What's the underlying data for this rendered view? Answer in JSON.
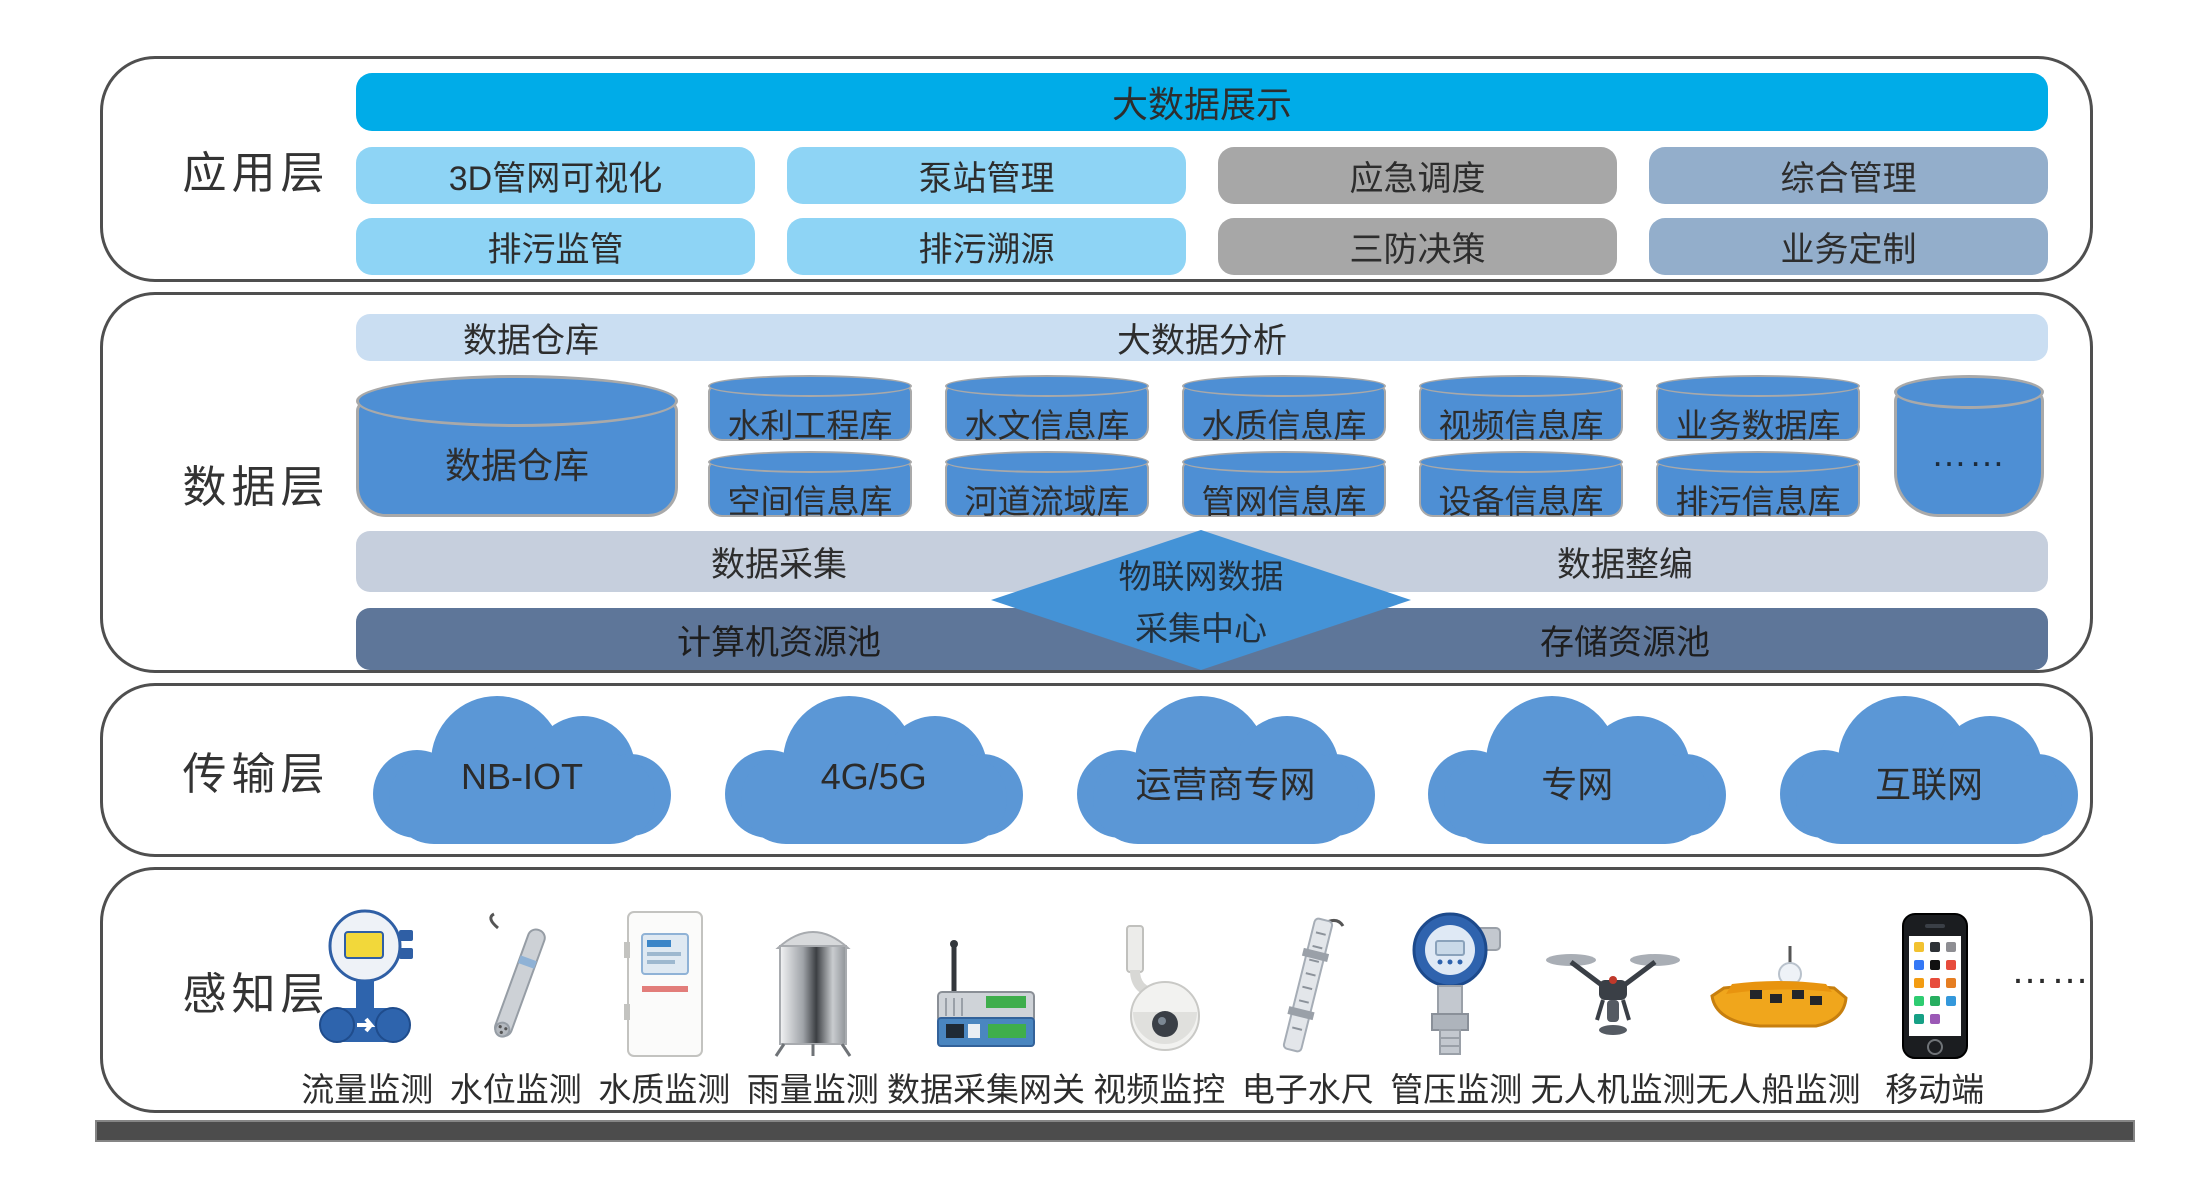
{
  "colors": {
    "banner_cyan": "#00ace8",
    "button_light_blue": "#8ed4f5",
    "button_gray": "#a7a7a7",
    "button_steel_blue": "#93aecb",
    "panel_border": "#4f4f4f",
    "analysis_bar_blue": "#cadef2",
    "cylinder_blue": "#4e8fd4",
    "collect_bar": "#c6cfdd",
    "resource_bar": "#5e7699",
    "diamond_blue": "#4493d7",
    "cloud_blue": "#5b97d6"
  },
  "layers": {
    "application": {
      "label": "应用层",
      "banner": "大数据展示",
      "buttons": [
        {
          "label": "3D管网可视化"
        },
        {
          "label": "泵站管理"
        },
        {
          "label": "应急调度"
        },
        {
          "label": "综合管理"
        },
        {
          "label": "排污监管"
        },
        {
          "label": "排污溯源"
        },
        {
          "label": "三防决策"
        },
        {
          "label": "业务定制"
        }
      ]
    },
    "data": {
      "label": "数据层",
      "warehouse_tag": "数据仓库",
      "analysis_tag": "大数据分析",
      "warehouse_cylinder": "数据仓库",
      "cylinders_row1": [
        "水利工程库",
        "水文信息库",
        "水质信息库",
        "视频信息库",
        "业务数据库"
      ],
      "cylinders_row2": [
        "空间信息库",
        "河道流域库",
        "管网信息库",
        "设备信息库",
        "排污信息库"
      ],
      "more_cylinder": "……",
      "collect_bar": {
        "left": "数据采集",
        "right": "数据整编"
      },
      "resource_bar": {
        "left": "计算机资源池",
        "right": "存储资源池"
      },
      "diamond": {
        "line1": "物联网数据",
        "line2": "采集中心"
      }
    },
    "transmission": {
      "label": "传输层",
      "clouds": [
        "NB-IOT",
        "4G/5G",
        "运营商专网",
        "专网",
        "互联网"
      ]
    },
    "perception": {
      "label": "感知层",
      "devices": [
        {
          "icon": "flow-meter",
          "label": "流量监测"
        },
        {
          "icon": "water-level-sensor",
          "label": "水位监测"
        },
        {
          "icon": "water-quality-monitor",
          "label": "水质监测"
        },
        {
          "icon": "rain-gauge",
          "label": "雨量监测"
        },
        {
          "icon": "data-gateway",
          "label": "数据采集网关"
        },
        {
          "icon": "video-camera",
          "label": "视频监控"
        },
        {
          "icon": "electronic-water-ruler",
          "label": "电子水尺"
        },
        {
          "icon": "pipe-pressure-sensor",
          "label": "管压监测"
        },
        {
          "icon": "drone",
          "label": "无人机监测"
        },
        {
          "icon": "unmanned-boat",
          "label": "无人船监测"
        },
        {
          "icon": "mobile-phone",
          "label": "移动端"
        }
      ],
      "more": "……"
    }
  }
}
